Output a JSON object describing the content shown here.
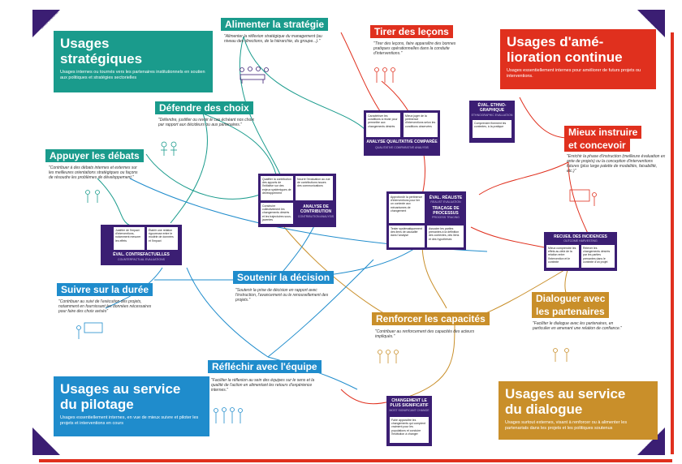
{
  "corners": {
    "top_left": "SANS GAUCHE",
    "top_right": "SANS DROITE",
    "bottom_left": "BAS GAUCHE",
    "bottom_right": "BAS DROITE"
  },
  "quadrants": {
    "strategic": {
      "title_1": "Usages",
      "title_2": "stratégiques",
      "desc": "Usages internes ou tournés vers les partenaires institutionnels en soutien aux politiques et stratégies sectorielles"
    },
    "improvement": {
      "title_1": "Usages d'amé-",
      "title_2": "lioration continue",
      "desc": "Usages essentiellement internes pour améliorer de futurs projets ou interventions."
    },
    "steering": {
      "title_1": "Usages au service",
      "title_2": "du pilotage",
      "desc": "Usages essentiellement internes, en vue de mieux suivre et piloter les projets et interventions en cours"
    },
    "dialogue": {
      "title_1": "Usages au service",
      "title_2": "du dialogue",
      "desc": "Usages surtout externes, visant à renforcer ou à alimenter les partenariats dans les projets et les politiques soutenus"
    }
  },
  "uses": {
    "alimenter": {
      "label": "Alimenter la stratégie",
      "quote": "\"Alimenter la réflexion stratégique du management (au niveau des directions, de la hiérarchie, du groupe...).\""
    },
    "defendre": {
      "label": "Défendre des choix",
      "quote": "\"Défendre, justifier ou revoir le cas échéant nos choix par rapport aux décideurs ou aux partenaires.\""
    },
    "appuyer": {
      "label": "Appuyer les débats",
      "quote": "\"Contribuer à des débats internes et externes sur les meilleures orientations stratégiques ou façons de résoudre les problèmes de développement.\""
    },
    "suivre": {
      "label": "Suivre sur la durée",
      "quote": "\"Contribuer au suivi de l'exécution des projets, notamment en fournissant les données nécessaires pour faire des choix avisés\""
    },
    "soutenir": {
      "label": "Soutenir la décision",
      "quote": "\"Soutenir la prise de décision en rapport avec l'instruction, l'avancement ou le renouvellement des projets.\""
    },
    "reflechir": {
      "label": "Réfléchir avec l'équipe",
      "quote": "\"Faciliter la réflexion au sein des équipes sur le sens et la qualité de l'action en alimentant les retours d'expérience internes.\""
    },
    "tirer": {
      "label": "Tirer des leçons",
      "quote": "\"Tirer des leçons, faire apparaître des bonnes pratiques opérationnelles dans la conduite d'interventions.\""
    },
    "instruire": {
      "label_1": "Mieux instruire",
      "label_2": "et concevoir",
      "quote": "\"Enrichir la phase d'instruction (meilleure évaluation ex ante de projets) ou la conception d'interventions futures (plus large palette de modalités, faisabilité, etc.)\""
    },
    "renforcer": {
      "label": "Renforcer les capacités",
      "quote": "\"Contribuer au renforcement des capacités des acteurs impliqués.\""
    },
    "dialoguer": {
      "label_1": "Dialoguer avec",
      "label_2": "les partenaires",
      "quote": "\"Faciliter le dialogue avec les partenaires, en particulier en amenant une relation de confiance.\""
    }
  },
  "methods": {
    "qca": {
      "title": "ANALYSE QUALITATIVE COMPARÉE",
      "subtitle": "QUALITATIVE COMPARATIVE ANALYSIS",
      "cell_1": "Caractériser les conditions à réunir pour permettre aux changements désirés",
      "cell_2": "Mieux juger de la pertinence d'interventions selon les conditions observées"
    },
    "ethno": {
      "title_1": "ÉVAL. ETHNO-",
      "title_2": "GRAPHIQUE",
      "subtitle": "ETHNOGRAPHIC EVALUATION",
      "cell_1": "Comprendre finement les contextes, à la pratique"
    },
    "contribution": {
      "title_1": "ANALYSE DE",
      "title_2": "CONTRIBUTION",
      "subtitle": "CONTRIBUTION ANALYSIS",
      "cell_1": "Qualifier la contribution des apports de l'initiative sur des enjeux systémiques de développement",
      "cell_2": "Nourrir l'évaluation au vue de contributions issues des communications",
      "cell_3": "Construire collectivement les changements désirés et les trajectoires sous-jacentes"
    },
    "realiste": {
      "title_1": "ÉVAL. RÉALISTE",
      "subtitle_1": "REALIST EVALUATION",
      "title_2": "TRAÇAGE DE",
      "title_3": "PROCESSUS",
      "subtitle_2": "PROCESS TRACING",
      "cell_1": "Approfondir la pertinence d'interventions pour lier un contexte aux mécanismes de changement",
      "cell_2": "Tester systématiquement des liens de causalité dans l'analyse",
      "cell_3": "Associer les parties prenantes à la définition des contextes, des liens et des hypothèses"
    },
    "contrefactuel": {
      "title": "ÉVAL. CONTREFACTUELLES",
      "subtitle": "COUNTERFACTUAL EVALUATIONS",
      "cell_1": "Justifier de l'impact d'interventions, notamment mesurer les effets",
      "cell_2": "Établir une relation rigoureuse entre le modèle de données et l'impact"
    },
    "incidences": {
      "title": "RECUEIL DES INCIDENCES",
      "subtitle": "OUTCOME HARVESTING",
      "cell_1": "Mieux comprendre les effets au-delà de la relation entre l'intervention et le contexte",
      "cell_2": "Relever les changements désirés par les parties prenantes dans le contexte d'un projet"
    },
    "msc": {
      "title_1": "CHANGEMENT LE",
      "title_2": "PLUS SIGNIFICATIF",
      "subtitle": "MOST SIGNIFICANT CHANGE",
      "cell_1": "Faire apparaître les changements qui comptent vraiment pour les populations et conduire l'institution à changer"
    }
  },
  "colors": {
    "teal": "#1a9b8c",
    "blue": "#1f8ccc",
    "red": "#e0301e",
    "gold": "#c98f2a",
    "purple": "#3b1e73"
  }
}
